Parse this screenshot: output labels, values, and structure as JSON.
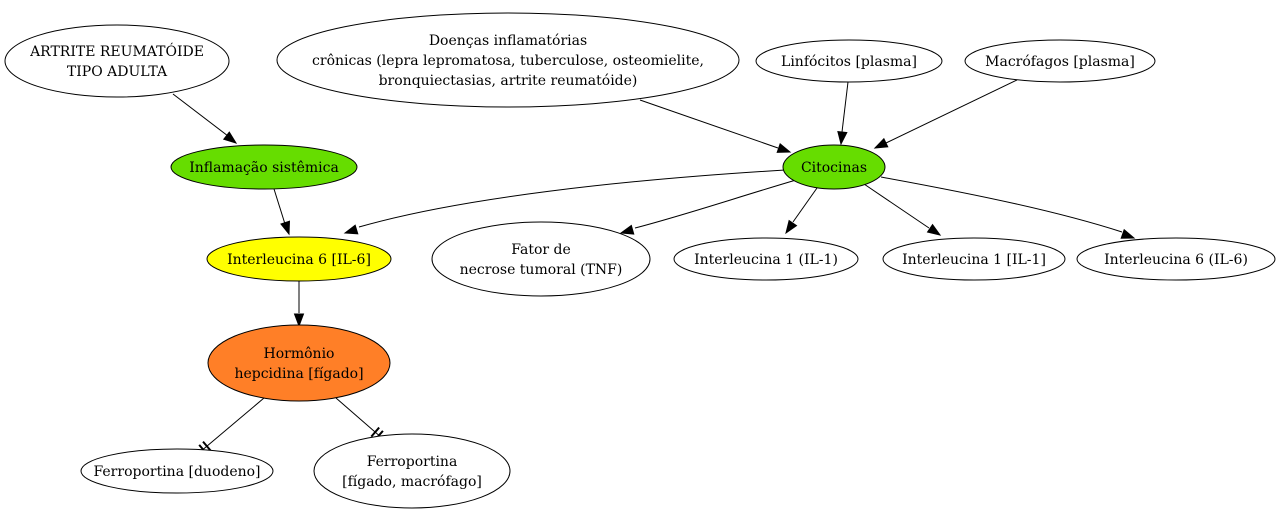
{
  "diagram": {
    "type": "directed-graph",
    "nodes": [
      {
        "id": "artrite",
        "lines": [
          "ARTRITE REUMATÓIDE",
          "TIPO ADULTA"
        ],
        "fill": "#ffffff"
      },
      {
        "id": "doencas",
        "lines": [
          "Doenças inflamatórias",
          "crônicas (lepra lepromatosa, tuberculose, osteomielite,",
          "bronquiectasias, artrite reumatóide)"
        ],
        "fill": "#ffffff"
      },
      {
        "id": "linfocitos",
        "lines": [
          "Linfócitos [plasma]"
        ],
        "fill": "#ffffff"
      },
      {
        "id": "macrofagos",
        "lines": [
          "Macrófagos [plasma]"
        ],
        "fill": "#ffffff"
      },
      {
        "id": "inflamacao",
        "lines": [
          "Inflamação sistêmica"
        ],
        "fill": "#66dd00"
      },
      {
        "id": "citocinas",
        "lines": [
          "Citocinas"
        ],
        "fill": "#66dd00"
      },
      {
        "id": "il6a",
        "lines": [
          "Interleucina 6 [IL-6]"
        ],
        "fill": "#ffff00"
      },
      {
        "id": "tnf",
        "lines": [
          "Fator de",
          "necrose tumoral (TNF)"
        ],
        "fill": "#ffffff"
      },
      {
        "id": "il1a",
        "lines": [
          "Interleucina 1 (IL-1)"
        ],
        "fill": "#ffffff"
      },
      {
        "id": "il1b",
        "lines": [
          "Interleucina 1 [IL-1]"
        ],
        "fill": "#ffffff"
      },
      {
        "id": "il6b",
        "lines": [
          "Interleucina 6 (IL-6)"
        ],
        "fill": "#ffffff"
      },
      {
        "id": "hepcidina",
        "lines": [
          "Hormônio",
          "hepcidina [fígado]"
        ],
        "fill": "#ff7f27"
      },
      {
        "id": "ferro_duodeno",
        "lines": [
          "Ferroportina [duodeno]"
        ],
        "fill": "#ffffff"
      },
      {
        "id": "ferro_figado",
        "lines": [
          "Ferroportina",
          "[fígado, macrófago]"
        ],
        "fill": "#ffffff"
      }
    ],
    "edges": [
      {
        "from": "artrite",
        "to": "inflamacao",
        "head": "arrow"
      },
      {
        "from": "inflamacao",
        "to": "il6a",
        "head": "arrow"
      },
      {
        "from": "doencas",
        "to": "citocinas",
        "head": "arrow"
      },
      {
        "from": "linfocitos",
        "to": "citocinas",
        "head": "arrow"
      },
      {
        "from": "macrofagos",
        "to": "citocinas",
        "head": "arrow"
      },
      {
        "from": "citocinas",
        "to": "il6a",
        "head": "arrow"
      },
      {
        "from": "citocinas",
        "to": "tnf",
        "head": "arrow"
      },
      {
        "from": "citocinas",
        "to": "il1a",
        "head": "arrow"
      },
      {
        "from": "citocinas",
        "to": "il1b",
        "head": "arrow"
      },
      {
        "from": "citocinas",
        "to": "il6b",
        "head": "arrow"
      },
      {
        "from": "il6a",
        "to": "hepcidina",
        "head": "arrow"
      },
      {
        "from": "hepcidina",
        "to": "ferro_duodeno",
        "head": "tee"
      },
      {
        "from": "hepcidina",
        "to": "ferro_figado",
        "head": "tee"
      }
    ]
  }
}
